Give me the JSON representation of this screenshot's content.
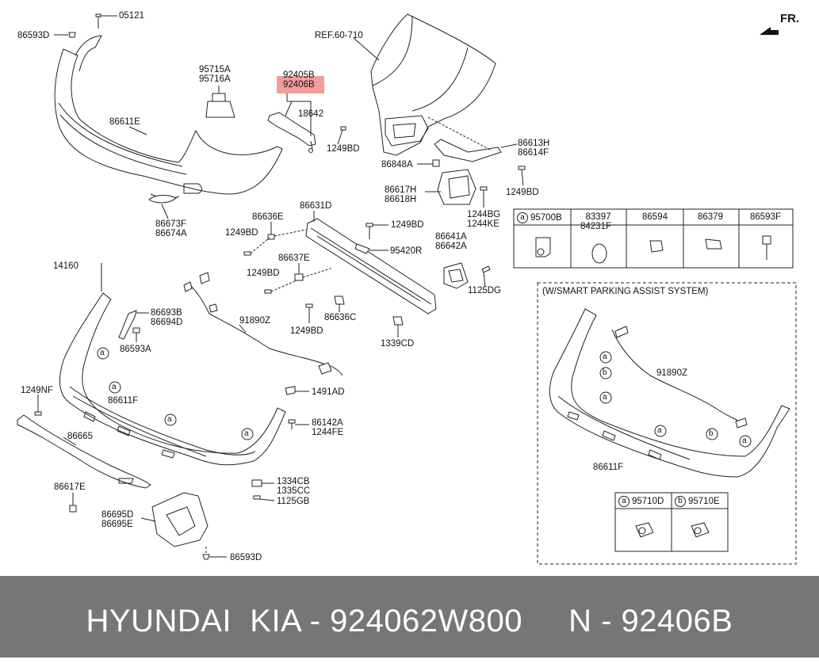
{
  "direction": "FR.",
  "ref": "REF.60-710",
  "labels": {
    "p05121": "05121",
    "p86593D_top": "86593D",
    "p86611E": "86611E",
    "p86673F": "86673F",
    "p86674A": "86674A",
    "p95715A": "95715A",
    "p95716A": "95716A",
    "p92405B": "92405B",
    "p92406B": "92406B",
    "p18642": "18642",
    "p1249BD_a": "1249BD",
    "p86613H": "86613H",
    "p86614F": "86614F",
    "p86848A": "86848A",
    "p1249BD_b": "1249BD",
    "p86617H": "86617H",
    "p86618H": "86618H",
    "p1244BG": "1244BG",
    "p1244KE": "1244KE",
    "p86636E": "86636E",
    "p86631D": "86631D",
    "p1249BD_c": "1249BD",
    "p1249BD_d": "1249BD",
    "p95420R": "95420R",
    "p86641A": "86641A",
    "p86642A": "86642A",
    "p86637E": "86637E",
    "p1249BD_e": "1249BD",
    "p1125DG_a": "1125DG",
    "p86636C": "86636C",
    "p1249BD_f": "1249BD",
    "p1339CD": "1339CD",
    "p14160": "14160",
    "p86693B": "86693B",
    "p86694D": "86694D",
    "p86593A": "86593A",
    "p91890Z": "91890Z",
    "p1249NF": "1249NF",
    "p86611F": "86611F",
    "p1491AD": "1491AD",
    "p86665": "86665",
    "p86142A": "86142A",
    "p1244FE": "1244FE",
    "p86617E": "86617E",
    "p1334CB": "1334CB",
    "p1335CC": "1335CC",
    "p1125GB": "1125GB",
    "p86695D": "86695D",
    "p86695E": "86695E",
    "p86593D_bot": "86593D"
  },
  "callout_letters": {
    "a": "a",
    "b": "b"
  },
  "parts_table": {
    "cells": [
      {
        "letter": "a",
        "line1": "95700B",
        "line2": ""
      },
      {
        "letter": "",
        "line1": "83397",
        "line2": "84231F"
      },
      {
        "letter": "",
        "line1": "86594",
        "line2": ""
      },
      {
        "letter": "",
        "line1": "86379",
        "line2": ""
      },
      {
        "letter": "",
        "line1": "86593F",
        "line2": ""
      }
    ]
  },
  "spas": {
    "title": "(W/SMART PARKING ASSIST SYSTEM)",
    "p91890Z": "91890Z",
    "p86611F": "86611F",
    "cells": [
      {
        "letter": "a",
        "label": "95710D"
      },
      {
        "letter": "b",
        "label": "95710E"
      }
    ]
  },
  "footer": {
    "brand": "HYUNDAI  KIA - 924062W800",
    "oem": "N - 92406B"
  },
  "colors": {
    "highlight": "#f28b8b",
    "footer_bg": "#767676",
    "footer_text": "#ffffff",
    "line": "#222222"
  }
}
